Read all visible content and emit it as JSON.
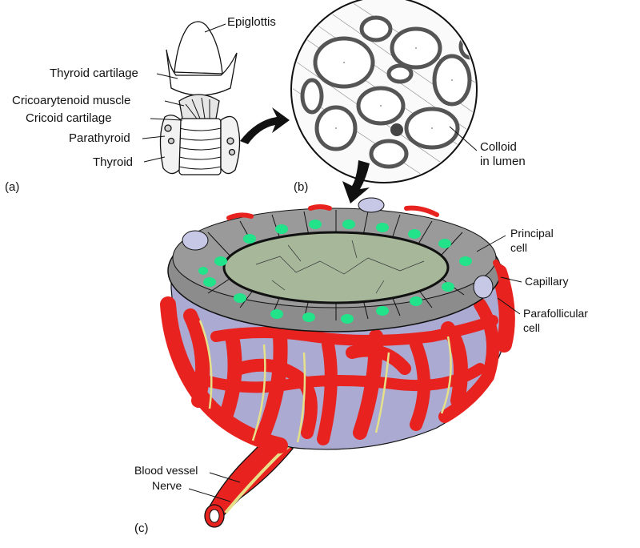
{
  "panels": {
    "a": "(a)",
    "b": "(b)",
    "c": "(c)"
  },
  "labels": {
    "epiglottis": "Epiglottis",
    "thyroid_cartilage": "Thyroid cartilage",
    "cricoarytenoid_muscle": "Cricoarytenoid muscle",
    "cricoid_cartilage": "Cricoid cartilage",
    "parathyroid": "Parathyroid",
    "thyroid": "Thyroid",
    "colloid_line1": "Colloid",
    "colloid_line2": "in lumen",
    "principal_line1": "Principal",
    "principal_line2": "cell",
    "capillary": "Capillary",
    "parafollicular_line1": "Parafollicular",
    "parafollicular_line2": "cell",
    "blood_vessel": "Blood vessel",
    "nerve": "Nerve"
  },
  "colors": {
    "blood": "#e8231f",
    "colloid": "#a6b79a",
    "nucleus": "#22e28a",
    "cell": "#8c8c8c",
    "interstitial": "#aaaad2",
    "nerve": "#e6e08a"
  }
}
